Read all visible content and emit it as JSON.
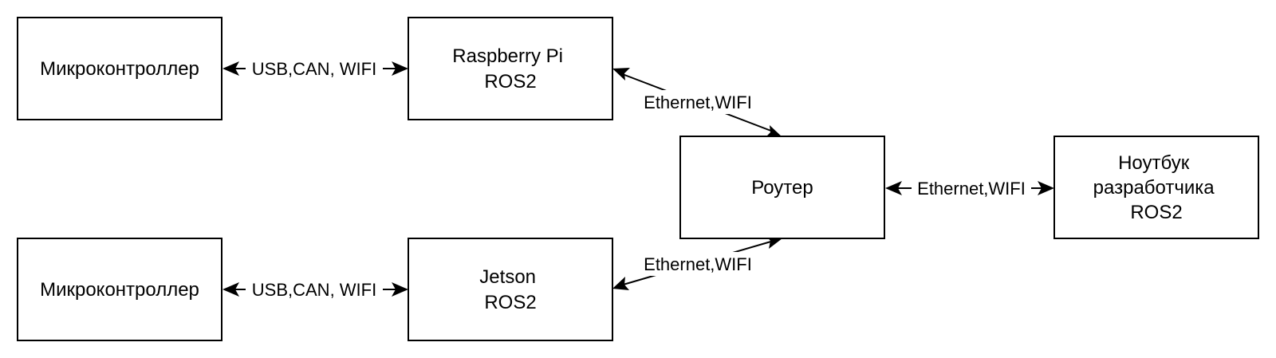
{
  "nodes": {
    "mcu_top": {
      "lines": [
        "Микроконтроллер"
      ]
    },
    "raspberry": {
      "lines": [
        "Raspberry Pi",
        "ROS2"
      ]
    },
    "mcu_bottom": {
      "lines": [
        "Микроконтроллер"
      ]
    },
    "jetson": {
      "lines": [
        "Jetson",
        "ROS2"
      ]
    },
    "router": {
      "lines": [
        "Роутер"
      ]
    },
    "laptop": {
      "lines": [
        "Ноутбук",
        "разработчика",
        "ROS2"
      ]
    }
  },
  "edges": {
    "mcu_top_raspberry": {
      "label": "USB,CAN, WIFI"
    },
    "mcu_bottom_jetson": {
      "label": "USB,CAN, WIFI"
    },
    "raspberry_router": {
      "label": "Ethernet,WIFI"
    },
    "jetson_router": {
      "label": "Ethernet,WIFI"
    },
    "router_laptop": {
      "label": "Ethernet,WIFI"
    }
  },
  "colors": {
    "stroke": "#000000",
    "fill": "#ffffff"
  }
}
